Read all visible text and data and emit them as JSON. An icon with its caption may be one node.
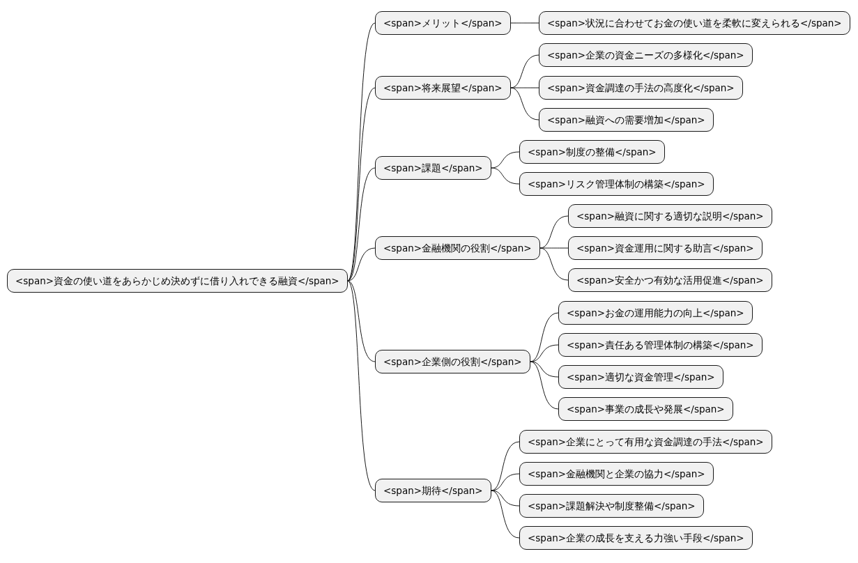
{
  "diagram": {
    "nodes": [
      {
        "text": [
          "<span>資金の使い道をあらかじめ決めずに借り入れできる融資</span>"
        ]
      },
      {
        "text": [
          "<span>メリット</span>"
        ]
      },
      {
        "text": [
          "<span>状況に合わせてお金の使い道を柔軟に変えられる</span>"
        ]
      },
      {
        "text": [
          "<span>将来展望</span>"
        ]
      },
      {
        "text": [
          "<span>企業の資金ニーズの多様化</span>"
        ]
      },
      {
        "text": [
          "<span>資金調達の手法の高度化</span>"
        ]
      },
      {
        "text": [
          "<span>融資への需要増加</span>"
        ]
      },
      {
        "text": [
          "<span>課題</span>"
        ]
      },
      {
        "text": [
          "<span>制度の整備</span>"
        ]
      },
      {
        "text": [
          "<span>リスク管理体制の構築</span>"
        ]
      },
      {
        "text": [
          "<span>金融機関の役割</span>"
        ]
      },
      {
        "text": [
          "<span>融資に関する適切な説明</span>"
        ]
      },
      {
        "text": [
          "<span>資金運用に関する助言</span>"
        ]
      },
      {
        "text": [
          "<span>安全かつ有効な活用促進</span>"
        ]
      },
      {
        "text": [
          "<span>企業側の役割</span>"
        ]
      },
      {
        "text": [
          "<span>お金の運用能力の向上</span>"
        ]
      },
      {
        "text": [
          "<span>責任ある管理体制の構築</span>"
        ]
      },
      {
        "text": [
          "<span>適切な資金管理</span>"
        ]
      },
      {
        "text": [
          "<span>事業の成長や発展</span>"
        ]
      },
      {
        "text": [
          "<span>期待</span>"
        ]
      },
      {
        "text": [
          "<span>企業にとって有用な資金調達の手法</span>"
        ]
      },
      {
        "text": [
          "<span>金融機関と企業の協力</span>"
        ]
      },
      {
        "text": [
          "<span>課題解決や制度整備</span>"
        ]
      },
      {
        "text": [
          "<span>企業の成長を支える力強い手段</span>"
        ]
      }
    ],
    "edges": [
      {
        "from": 0,
        "to": 1,
        "arrow": "none"
      },
      {
        "from": 1,
        "to": 2,
        "arrow": "none"
      },
      {
        "from": 0,
        "to": 3,
        "arrow": "none"
      },
      {
        "from": 3,
        "to": 4,
        "arrow": "none"
      },
      {
        "from": 3,
        "to": 5,
        "arrow": "none"
      },
      {
        "from": 3,
        "to": 6,
        "arrow": "none"
      },
      {
        "from": 0,
        "to": 7,
        "arrow": "none"
      },
      {
        "from": 7,
        "to": 8,
        "arrow": "none"
      },
      {
        "from": 7,
        "to": 9,
        "arrow": "none"
      },
      {
        "from": 0,
        "to": 10,
        "arrow": "none"
      },
      {
        "from": 10,
        "to": 11,
        "arrow": "none"
      },
      {
        "from": 10,
        "to": 12,
        "arrow": "none"
      },
      {
        "from": 10,
        "to": 13,
        "arrow": "none"
      },
      {
        "from": 0,
        "to": 14,
        "arrow": "none"
      },
      {
        "from": 14,
        "to": 15,
        "arrow": "none"
      },
      {
        "from": 14,
        "to": 16,
        "arrow": "none"
      },
      {
        "from": 14,
        "to": 17,
        "arrow": "none"
      },
      {
        "from": 14,
        "to": 18,
        "arrow": "none"
      },
      {
        "from": 0,
        "to": 19,
        "arrow": "none"
      },
      {
        "from": 19,
        "to": 20,
        "arrow": "none"
      },
      {
        "from": 19,
        "to": 21,
        "arrow": "none"
      },
      {
        "from": 19,
        "to": 22,
        "arrow": "none"
      },
      {
        "from": 19,
        "to": 23,
        "arrow": "none"
      }
    ]
  }
}
